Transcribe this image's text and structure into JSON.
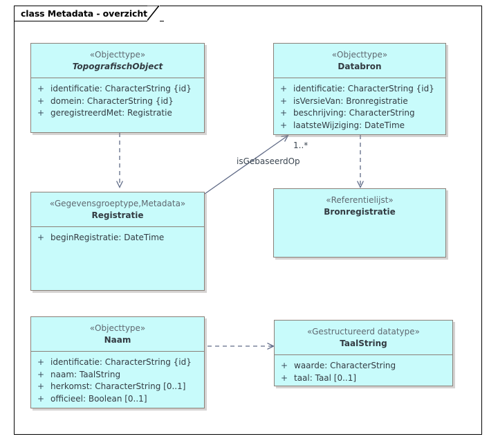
{
  "frame": {
    "tab_label": "class Metadata - overzicht"
  },
  "colors": {
    "class_fill": "#c8fbfb",
    "class_border": "#8b7f77",
    "stereotype_text": "#5f6870",
    "class_name_text": "#333b42",
    "connector": "#5f6a86",
    "frame_border": "#000000"
  },
  "classes": [
    {
      "id": "topografischobject",
      "stereotype": "«Objecttype»",
      "name": "TopografischObject",
      "abstract": true,
      "attributes": [
        {
          "visibility": "+",
          "text": "identificatie: CharacterString {id}"
        },
        {
          "visibility": "+",
          "text": "domein: CharacterString {id}"
        },
        {
          "visibility": "+",
          "text": "geregistreerdMet: Registratie"
        }
      ]
    },
    {
      "id": "databron",
      "stereotype": "«Objecttype»",
      "name": "Databron",
      "abstract": false,
      "attributes": [
        {
          "visibility": "+",
          "text": "identificatie: CharacterString {id}"
        },
        {
          "visibility": "+",
          "text": "isVersieVan: Bronregistratie"
        },
        {
          "visibility": "+",
          "text": "beschrijving: CharacterString"
        },
        {
          "visibility": "+",
          "text": "laatsteWijziging: DateTime"
        }
      ]
    },
    {
      "id": "registratie",
      "stereotype": "«Gegevensgroeptype,Metadata»",
      "name": "Registratie",
      "abstract": false,
      "attributes": [
        {
          "visibility": "+",
          "text": "beginRegistratie: DateTime"
        }
      ]
    },
    {
      "id": "bronregistratie",
      "stereotype": "«Referentielijst»",
      "name": "Bronregistratie",
      "abstract": false,
      "attributes": []
    },
    {
      "id": "naam",
      "stereotype": "«Objecttype»",
      "name": "Naam",
      "abstract": false,
      "attributes": [
        {
          "visibility": "+",
          "text": "identificatie: CharacterString {id}"
        },
        {
          "visibility": "+",
          "text": "naam: TaalString"
        },
        {
          "visibility": "+",
          "text": "herkomst: CharacterString [0..1]"
        },
        {
          "visibility": "+",
          "text": "officieel: Boolean [0..1]"
        }
      ]
    },
    {
      "id": "taalstring",
      "stereotype": "«Gestructureerd datatype»",
      "name": "TaalString",
      "abstract": false,
      "attributes": [
        {
          "visibility": "+",
          "text": "waarde: CharacterString"
        },
        {
          "visibility": "+",
          "text": "taal: Taal [0..1]"
        }
      ]
    }
  ],
  "connectors": [
    {
      "id": "topografischobject-to-registratie",
      "from": "TopografischObject",
      "to": "Registratie",
      "style": "dashed",
      "arrow": "open",
      "label": "",
      "multiplicity": ""
    },
    {
      "id": "registratie-to-databron",
      "from": "Registratie",
      "to": "Databron",
      "style": "solid",
      "arrow": "open",
      "label": "isGebaseerdOp",
      "multiplicity": "1..*"
    },
    {
      "id": "databron-to-bronregistratie",
      "from": "Databron",
      "to": "Bronregistratie",
      "style": "dashed",
      "arrow": "open",
      "label": "",
      "multiplicity": ""
    },
    {
      "id": "naam-to-taalstring",
      "from": "Naam",
      "to": "TaalString",
      "style": "dashed",
      "arrow": "open",
      "label": "",
      "multiplicity": ""
    }
  ]
}
